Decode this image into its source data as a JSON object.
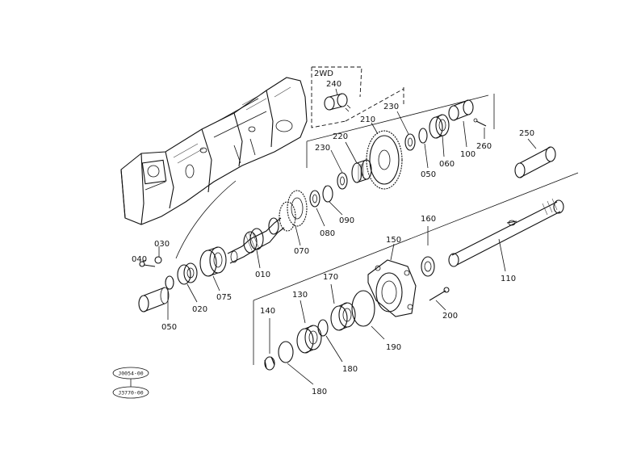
{
  "callouts": {
    "p030": "030",
    "p040": "040",
    "p050a": "050",
    "p020": "020",
    "p075": "075",
    "p010": "010",
    "p070": "070",
    "p080": "080",
    "p090": "090",
    "p230a": "230",
    "p220": "220",
    "p210": "210",
    "p230b": "230",
    "p050b": "050",
    "p060": "060",
    "p100": "100",
    "p260": "260",
    "p240": "240",
    "p250": "250",
    "p160a": "160",
    "p150": "150",
    "p110": "110",
    "p200": "200",
    "p190": "190",
    "p170": "170",
    "p180a": "180",
    "p130": "130",
    "p140": "140",
    "p180b": "180"
  },
  "variant_label": "2WD",
  "reference_codes": [
    "J0054-00",
    "J3770-00"
  ]
}
